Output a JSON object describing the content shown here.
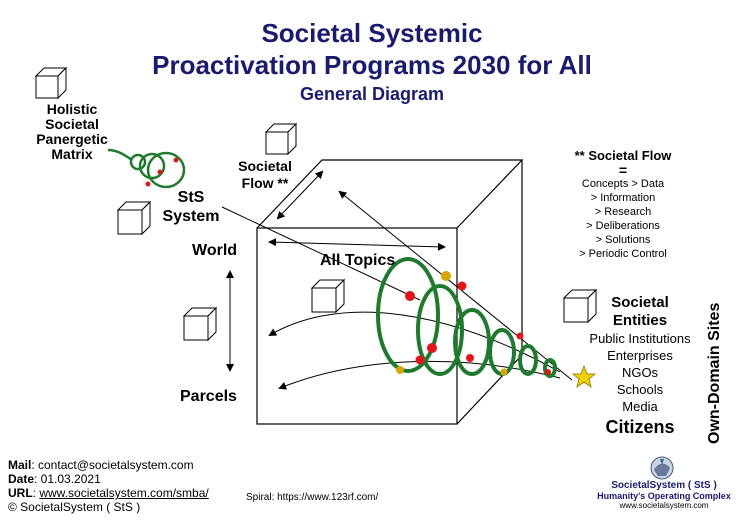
{
  "title": {
    "line1": "Societal Systemic",
    "line2": "Proactivation Programs 2030 for All",
    "line3": "General Diagram"
  },
  "left": {
    "holistic": [
      "Holistic",
      "Societal",
      "Panergetic",
      "Matrix"
    ],
    "sts_system": [
      "StS",
      "System"
    ],
    "world": "World",
    "parcels": "Parcels"
  },
  "box": {
    "societal_flow": [
      "Societal",
      "Flow **"
    ],
    "all_topics": "All Topics"
  },
  "flow_note": {
    "heading": "** Societal Flow",
    "eq": "=",
    "items": [
      "Concepts > Data",
      "> Information",
      "> Research",
      "> Deliberations",
      "> Solutions",
      "> Periodic Control"
    ]
  },
  "entities": {
    "heading": [
      "Societal",
      "Entities"
    ],
    "items": [
      "Public Institutions",
      "Enterprises",
      "NGOs",
      "Schools",
      "Media"
    ],
    "citizens": "Citizens",
    "vertical": "Own-Domain Sites"
  },
  "footer": {
    "mail_label": "Mail",
    "mail_value": ": contact@societalsystem.com",
    "date_label": "Date",
    "date_value": ": 01.03.2021",
    "url_label": "URL",
    "url_sep": ": ",
    "url_value": "www.societalsystem.com/smba/",
    "copyright": "© SocietalSystem ( StS )",
    "spiral": "Spiral: https://www.123rf.com/"
  },
  "logo": {
    "name": "SocietalSystem ( StS )",
    "tagline": "Humanity's Operating Complex",
    "site": "www.societalsystem.com"
  },
  "colors": {
    "title": "#1a1a6e",
    "spiral": "#1f7a2e",
    "dot": "#e0161b",
    "gold": "#d4a800"
  }
}
